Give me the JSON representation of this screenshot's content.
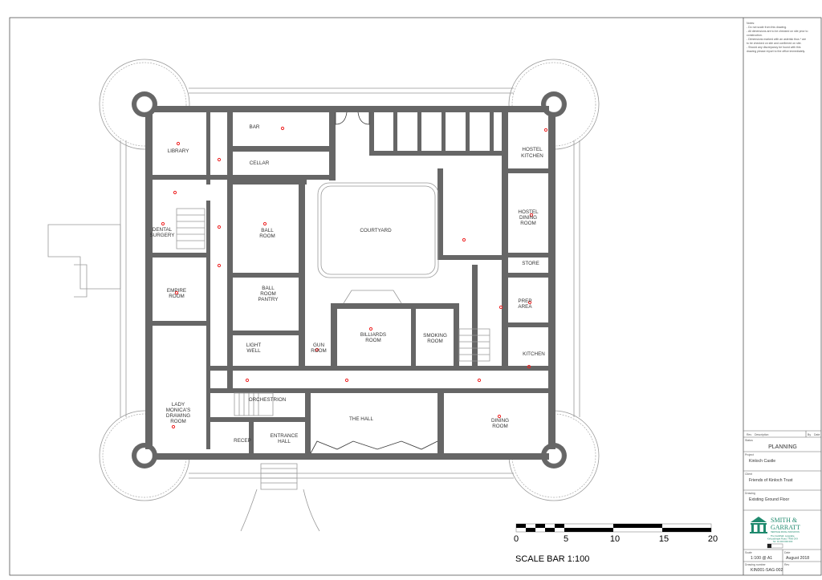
{
  "notes": {
    "heading": "Notes:",
    "lines": [
      "- Do not scale from this drawing.",
      "- All dimensions are to be checked on site prior to",
      "construction.",
      "- Dimensions marked with an asterisk thus * are",
      "to be checked on site and confirmed on site.",
      "- Should any discrepancy be found with this",
      "drawing please report to the office immediately."
    ]
  },
  "rooms": {
    "library": "LIBRARY",
    "bar": "BAR",
    "cellar": "CELLAR",
    "hostel_kitchen": [
      "HOSTEL",
      "KITCHEN"
    ],
    "hostel_dining": [
      "HOSTEL",
      "DINING",
      "ROOM"
    ],
    "dental": [
      "DENTAL",
      "SURGERY"
    ],
    "ball_room": [
      "BALL",
      "ROOM"
    ],
    "courtyard": "COURTYARD",
    "store": "STORE",
    "pantry": [
      "BALL",
      "ROOM",
      "PANTRY"
    ],
    "empire": [
      "EMPIRE",
      "ROOM"
    ],
    "prep": [
      "PREP",
      "AREA"
    ],
    "billiards": [
      "BILLIARDS",
      "ROOM"
    ],
    "smoking": [
      "SMOKING",
      "ROOM"
    ],
    "light_well": [
      "LIGHT",
      "WELL"
    ],
    "gun_room": [
      "GUN",
      "ROOM"
    ],
    "kitchen": "KITCHEN",
    "orchestrion": "ORCHESTRION",
    "drawing_room": [
      "LADY",
      "MONICA'S",
      "DRAWING",
      "ROOM"
    ],
    "the_hall": "THE HALL",
    "dining": [
      "DINING",
      "ROOM"
    ],
    "entrance": [
      "ENTRANCE",
      "HALL"
    ],
    "recep": "RECEP"
  },
  "scale_bar": {
    "ticks": [
      "0",
      "5",
      "10",
      "15",
      "20"
    ],
    "label": "SCALE BAR 1:100"
  },
  "title_block": {
    "revision_row": [
      "Rev",
      "Description",
      "By",
      "Date"
    ],
    "status_label": "Status",
    "status": "PLANNING",
    "project_label": "Project",
    "project": "Kinloch Castle",
    "client_label": "Client",
    "client": "Friends of Kinloch Trust",
    "drawing_label": "Drawing",
    "drawing": "Existing Ground Floor",
    "firm_line1": "SMITH  &",
    "firm_line2": "GARRATT",
    "firm_tagline": "HERITAGE RURAL INNOVATION",
    "address": [
      "The Guildhall, Langdale,",
      "Kirkcudbright Road, TR00 0XX",
      "Tel: 01 000 000 000"
    ],
    "scale_label": "Scale",
    "scale": "1:100 @ A1",
    "date_label": "Date",
    "date": "August 2018",
    "number_label": "Drawing number",
    "number": "KIN001-SAG-002",
    "rev_label": "Rev"
  },
  "colors": {
    "wall": "#666666",
    "brand": "#1f8a6e",
    "marker": "#ee2222"
  }
}
